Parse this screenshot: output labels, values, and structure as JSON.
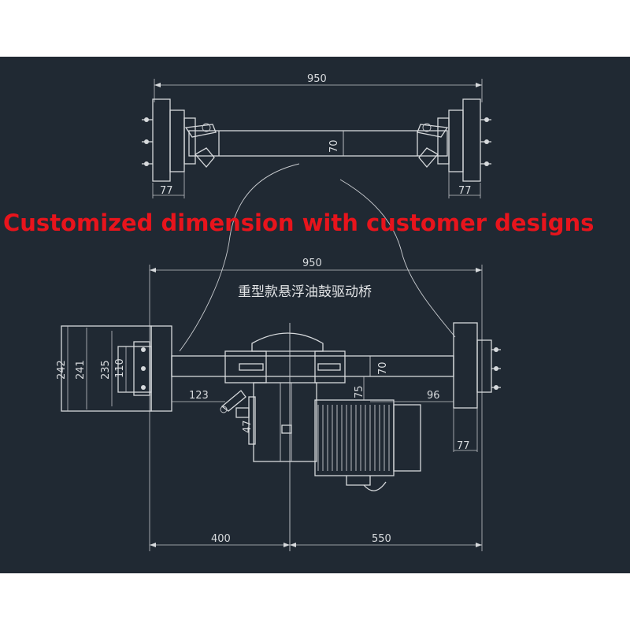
{
  "banner": {
    "text": "Customized dimension with customer designs",
    "color": "#e8141c"
  },
  "background_color": "#202933",
  "line_color": "#d6d9dc",
  "top_view": {
    "dim_overall_width": "950",
    "dim_axle_height": "70",
    "dim_left_hub": "77",
    "dim_right_hub": "77"
  },
  "bottom_view": {
    "title": "重型款悬浮油鼓驱动桥",
    "dim_overall_width": "950",
    "dim_height_242": "242",
    "dim_height_241": "241",
    "dim_height_235": "235",
    "dim_height_110": "110",
    "dim_123": "123",
    "dim_75": "75",
    "dim_96": "96",
    "dim_70": "70",
    "dim_47": "47",
    "dim_77": "77",
    "dim_400": "400",
    "dim_550": "550"
  }
}
